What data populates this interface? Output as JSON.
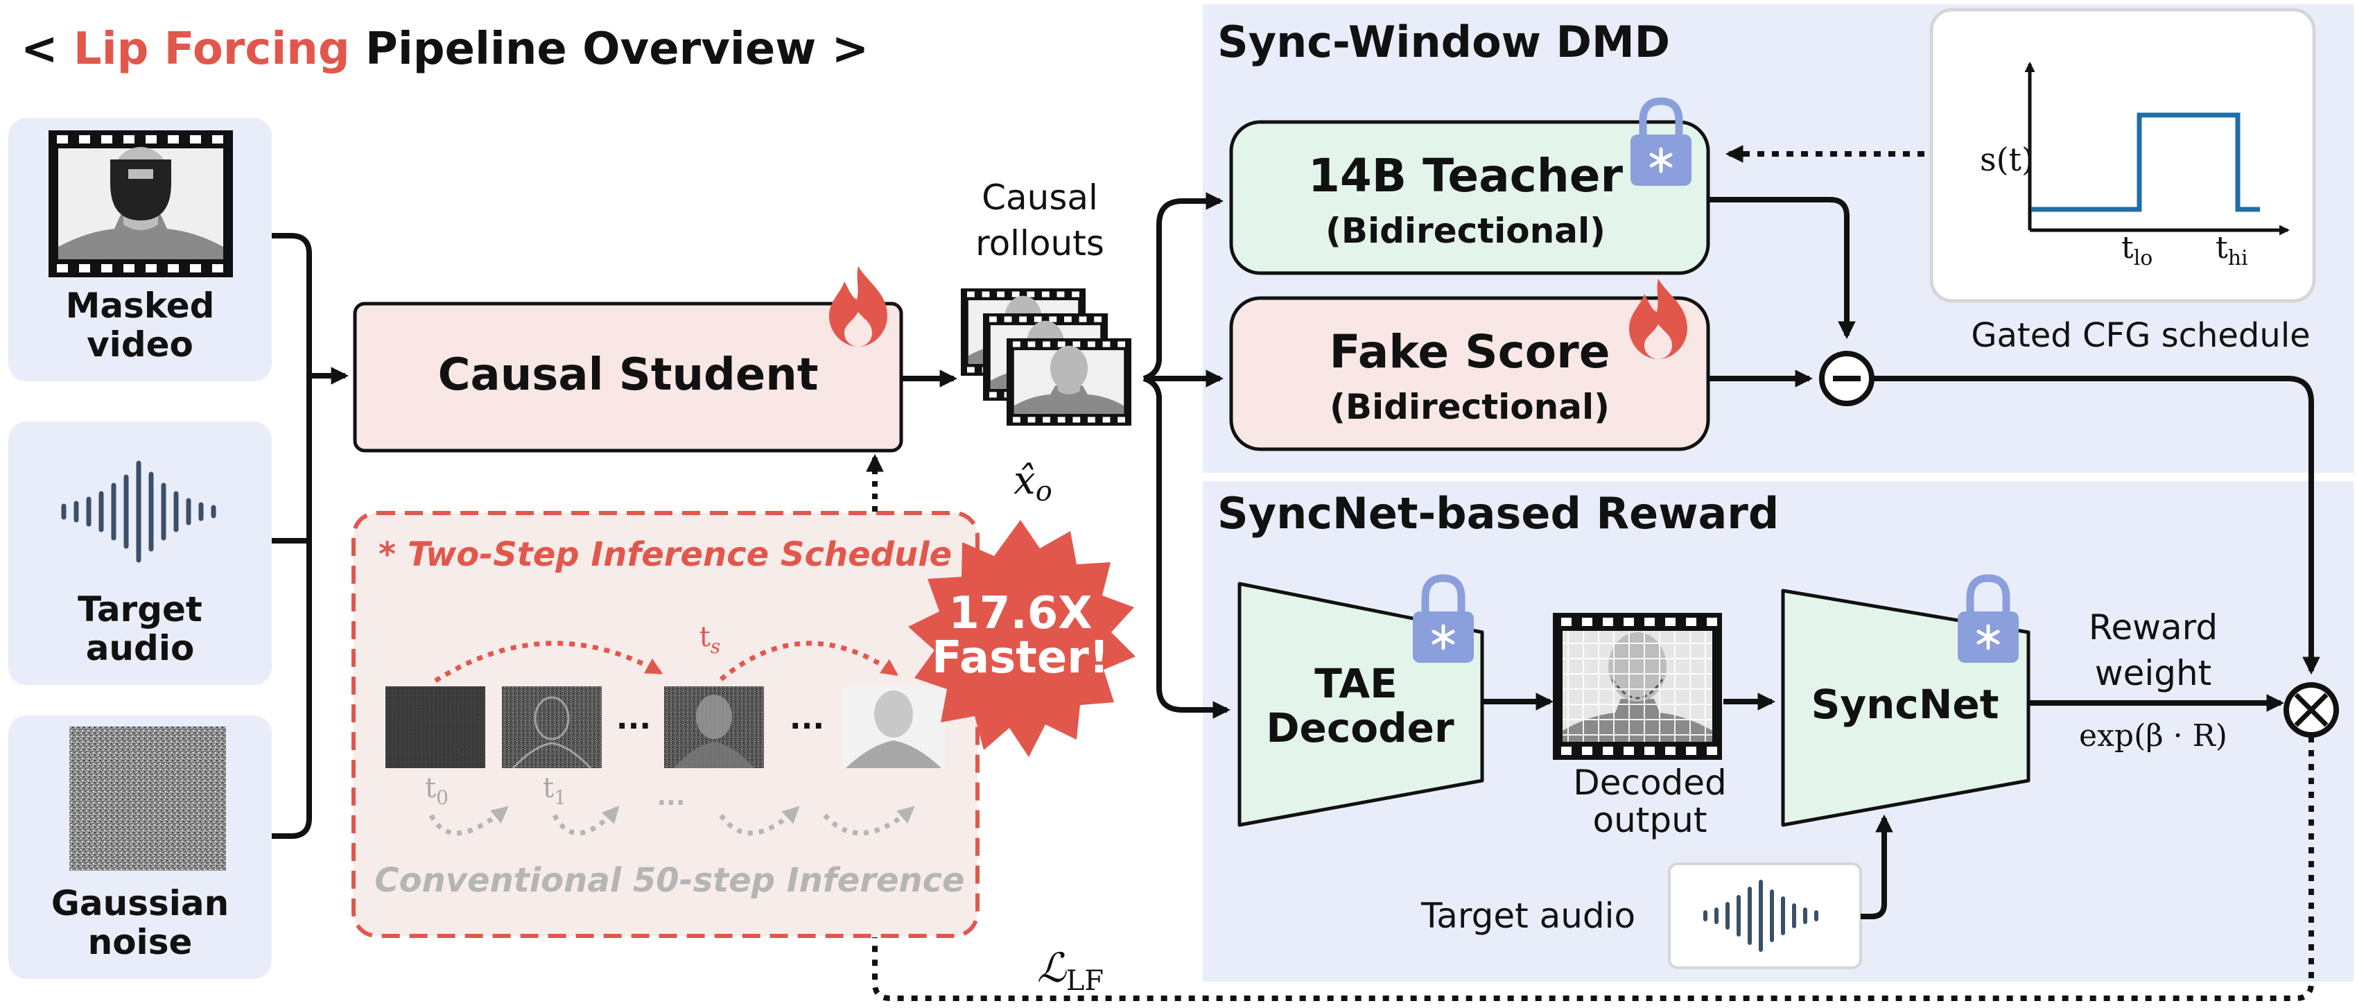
{
  "header": {
    "open": "< ",
    "accent": "Lip Forcing",
    "rest": " Pipeline Overview",
    "close": " >"
  },
  "colors": {
    "accent": "#e2574c",
    "blue_panel": "#e9edf9",
    "input_panel": "#e9edf9",
    "green_box": "#e3f4ea",
    "pink_box": "#f8e7e4",
    "dark": "#111111",
    "grey_text": "#a8a8a8",
    "lock_blue": "#8a9fdc",
    "signal_blue": "#1d6fa8"
  },
  "icons": [
    "film-strip-icon",
    "waveform-icon",
    "noise-icon",
    "fire-icon",
    "lock-icon",
    "snowflake-icon",
    "minus-circle-icon",
    "otimes-icon",
    "starburst-icon"
  ],
  "inputs": {
    "masked_video": [
      "Masked",
      "video"
    ],
    "target_audio": [
      "Target",
      "audio"
    ],
    "gaussian_noise": [
      "Gaussian",
      "noise"
    ]
  },
  "student": {
    "label": "Causal Student"
  },
  "rollouts": {
    "label": [
      "Causal",
      "rollouts"
    ],
    "xhat": "x̂",
    "xsub": "o"
  },
  "inference": {
    "two_step_label": "* Two-Step Inference Schedule",
    "conventional_label": "Conventional 50-step Inference",
    "ts": "t",
    "ts_sub": "s",
    "t0": "t",
    "t0_sub": "0",
    "t1": "t",
    "t1_sub": "1",
    "ellipsis": "···",
    "ellipsis_grey": "···"
  },
  "badge": {
    "line1": "17.6X",
    "line2": "Faster!"
  },
  "dmd": {
    "title": "Sync-Window DMD",
    "teacher_title": "14B Teacher",
    "teacher_sub": "(Bidirectional)",
    "fake_title": "Fake Score",
    "fake_sub": "(Bidirectional)",
    "schedule_caption": "Gated CFG schedule",
    "s_label": "s(t)",
    "tlo": "t",
    "tlo_sub": "lo",
    "thi": "t",
    "thi_sub": "hi"
  },
  "reward": {
    "title": "SyncNet-based Reward",
    "tae_line1": "TAE",
    "tae_line2": "Decoder",
    "decoded": [
      "Decoded",
      "output"
    ],
    "syncnet": "SyncNet",
    "target_audio": "Target audio",
    "weight": [
      "Reward",
      "weight"
    ],
    "formula": "exp(β · R)"
  },
  "loss": {
    "symbol": "ℒ",
    "sub": "LF"
  }
}
